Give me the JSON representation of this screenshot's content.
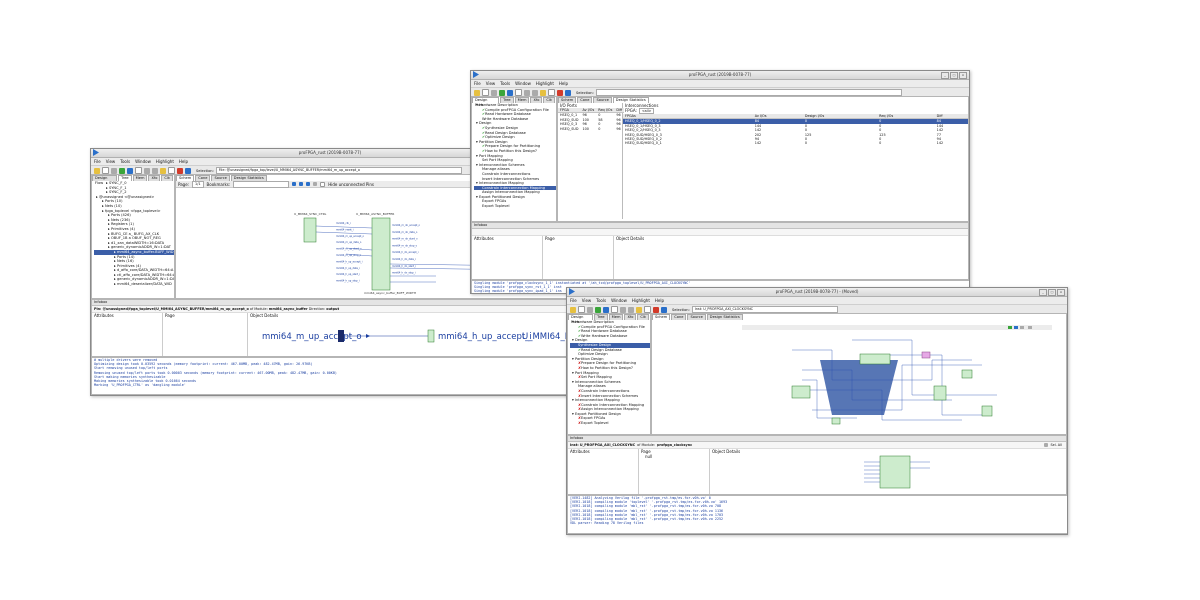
{
  "common": {
    "menu": [
      "File",
      "View",
      "Tools",
      "Window",
      "Highlight",
      "Help"
    ],
    "min_label": "_",
    "max_label": "□",
    "close_label": "×",
    "view_tabs": [
      "Design Flow",
      "Tree",
      "Mem",
      "Xfo",
      "Clk"
    ],
    "panel_headers": {
      "infobox": "Infobox",
      "attributes": "Attributes",
      "page": "Page",
      "object_details": "Object Details"
    }
  },
  "win1": {
    "title": "proFPGA_rust (2019B-0078-77)",
    "selection_label": "Selection:",
    "selection_value": "File: @unassigned/fpga_top/level/U_MMI64_ASYNC_BUFFER/mmi64_m_up_accept_o",
    "view_tabs": [
      "Schem",
      "Cone",
      "Source",
      "Design Statistics"
    ],
    "page_label": "Page:",
    "page_value": "1/1",
    "bookmarks_label": "Bookmarks:",
    "hide_label": "Hide unconnected Pins",
    "tree": [
      "SYNC_F_0",
      "SYNC_F_1",
      "SYNC_F_2",
      "@unassigned <@unassigned>",
      "Ports (10)",
      "Nets (10)",
      "fpga_toplevel <fpga_toplevel>",
      "Ports (426)",
      "Nets (236)",
      "Registers (1)",
      "Primitives (4)",
      "BUFG_CE a_ BUFG_AX_CLK",
      "OBUF_1B a OBUF_NOT_REG",
      "d1_xan_dataWIDTH=16:DATA",
      "generic_dynamicADDR_W=1:DAT",
      "mmi64_async_buffer.BUFF_WID",
      "Ports (14)",
      "Nets (16)",
      "Primitives (4)",
      "d_affo_core/DATA_WIDTH=64:A",
      "ctl_affo_core/DATA_WIDTH=64:A",
      "generic_dynamicADDR_W=1:DA",
      "mmi64_deserializer/DATA_WID"
    ],
    "tree_selected_index": 15,
    "schem_labels": {
      "left_block": "U_MMI64_SYNC_CTRL",
      "center_block": "U_MMI64_ASYNC_BUFFER",
      "right_block": "U_MMI64_REGIF",
      "bottom": "mmi64_async_buffer_BUFF_WIDTH",
      "pins_left": [
        "mmi64_clk_i",
        "mmi64_reset_i",
        "mmi64_m_up_accept_o",
        "mmi64_m_up_data_o",
        "mmi64_m_up_start_o",
        "mmi64_m_up_stop_o",
        "mmi64_h_up_accept_i",
        "mmi64_h_up_data_i",
        "mmi64_h_up_start_i",
        "mmi64_h_up_stop_i"
      ],
      "pins_right": [
        "mmi64_m_dn_accept_o",
        "mmi64_m_dn_data_o",
        "mmi64_m_dn_start_o",
        "mmi64_m_dn_stop_o",
        "mmi64_h_dn_accept_i",
        "mmi64_h_dn_data_i",
        "mmi64_h_dn_start_i",
        "mmi64_h_dn_stop_i"
      ]
    },
    "infobox_path": "Pin: @unassigned/fpga_toplevel/U_MMI64_ASYNC_BUFFER/mmi64_m_up_accept_o",
    "infobox_module_label": "of Module:",
    "infobox_module": "mmi64_async_buffer",
    "infobox_direction_label": "Direction:",
    "infobox_direction": "output",
    "zoom_pin_left": "mmi64_m_up_accept_o",
    "zoom_pin_right": "mmi64_h_up_accept_i",
    "zoom_block": "U_MMI64_REGIF",
    "log": [
      "   # multiple drivers were removed",
      "   Optimizing design took 0.03592 seconds (memory footprint: current: 467.00MB, peak: 482.47MB, gain: 26.97KB)",
      "   Start removing unused top/left ports",
      "   Removing unused top/left ports took 0.00003 seconds (memory footprint: current: 467.00MB, peak: 482.47MB, gain: 0.00KB)",
      "   Start making memories synthesizable",
      "   Making memories synthesizable took 0.01664 seconds",
      "   Marking 'U_PROFPGA_CTRL' as 'dangling module'"
    ]
  },
  "win2": {
    "title": "proFPGA_rust (2019B-0078-77)",
    "selection_label": "Selection:",
    "view_tabs": [
      "Schem",
      "Cone",
      "Source",
      "Design Statistics"
    ],
    "flow": [
      {
        "t": "Hardware Description",
        "k": "h"
      },
      {
        "t": "Compile proFPGA Configuration File",
        "k": "c"
      },
      {
        "t": "Read Hardware Database",
        "k": "c"
      },
      {
        "t": "Write Hardware Database",
        "k": "n"
      },
      {
        "t": "Design",
        "k": "h"
      },
      {
        "t": "Synthesize Design",
        "k": "c"
      },
      {
        "t": "Read Design Database",
        "k": "c"
      },
      {
        "t": "Optimize Design",
        "k": "c"
      },
      {
        "t": "Partition Design",
        "k": "h"
      },
      {
        "t": "Prepare Design for Partitioning",
        "k": "c"
      },
      {
        "t": "How to Partition this Design?",
        "k": "c"
      },
      {
        "t": "Port Mapping",
        "k": "h"
      },
      {
        "t": "Set Port Mapping",
        "k": "n"
      },
      {
        "t": "Interconnection Schemes",
        "k": "h"
      },
      {
        "t": "Manage aliases",
        "k": "n"
      },
      {
        "t": "Constrain Interconnections",
        "k": "n"
      },
      {
        "t": "Insert Interconnection Schemes",
        "k": "n"
      },
      {
        "t": "Interconnection Mapping",
        "k": "h"
      },
      {
        "t": "Constrain Interconnection Mapping",
        "k": "s"
      },
      {
        "t": "Assign Interconnection Mapping",
        "k": "n"
      },
      {
        "t": "Export Partitioned Design",
        "k": "h"
      },
      {
        "t": "Export FPGAs",
        "k": "n"
      },
      {
        "t": "Export Toplevel",
        "k": "n"
      }
    ],
    "io_title": "I/O Ports",
    "io_headers": [
      "FPGA",
      "Av I/Os",
      "Req I/Os",
      "Diff"
    ],
    "io_rows": [
      [
        "HSEQ_0_1",
        "96",
        "0",
        "96"
      ],
      [
        "HSEQ_SUD",
        "100",
        "58",
        "96"
      ],
      [
        "HSEQ_0_3",
        "96",
        "0",
        "96"
      ],
      [
        "HSEQ_SUD",
        "100",
        "0",
        "96"
      ]
    ],
    "ic_title": "Interconnections",
    "ic_fpga_label": "FPGA:",
    "ic_fpga_value": "<all>",
    "ic_headers": [
      "FPGAs",
      "Av I/Os",
      "Design I/Os",
      "Req I/Os",
      "Diff"
    ],
    "ic_rows": [
      [
        "HSEQ_0_1/HSEQ_0_2",
        "84",
        "0",
        "0",
        "84"
      ],
      [
        "HSEQ_0_1/HSEQ_0_3",
        "144",
        "0",
        "0",
        "144"
      ],
      [
        "HSEQ_0_2/HSEQ_0_3",
        "142",
        "0",
        "0",
        "142"
      ],
      [
        "HSEQ_SUD/HSEQ_0_3",
        "202",
        "125",
        "125",
        "77"
      ],
      [
        "HSEQ_SUD/HSEQ_0_2",
        "94",
        "0",
        "0",
        "94"
      ],
      [
        "HSEQ_SUD/HSEQ_0_1",
        "142",
        "0",
        "0",
        "142"
      ]
    ],
    "ic_selected_index": 0,
    "log": [
      "Singling module 'profpga_clocksync_1_1' instantiated at '/ah_tcd/profpga_toplevel/U_PROFPGA_AXI_CLOCKSYNC'",
      "Singling module 'profpga_sync_rst_1_1' inst",
      "Singling module 'profpga_sync_ipad_1_1' ins",
      "Using hierarchical copy/move for '/demo/design/'",
      "Moving instance '/demo/design/fpga_toplevel/",
      "Using hierarchical copy/move for '/u02_tcd/pr",
      "Moving instance 1/64 /u02/fpga_toplevel/",
      "Moving instance 1/64 /u02/fpga_toplevel/U_PROFPGA_AXI_CLOCKSYNC"
    ]
  },
  "win3": {
    "title": "proFPGA_rust (2019B-0078-77) - (Moved)",
    "selection_label": "Selection:",
    "selection_value": "Inst: U_PROFPGA_AXI_CLOCKSYNC",
    "view_tabs": [
      "Schem",
      "Cone",
      "Source",
      "Design Statistics"
    ],
    "flow": [
      {
        "t": "Hardware Description",
        "k": "h"
      },
      {
        "t": "Compile proFPGA Configuration File",
        "k": "c"
      },
      {
        "t": "Read Hardware Database",
        "k": "c"
      },
      {
        "t": "Write Hardware Database",
        "k": "c"
      },
      {
        "t": "Design",
        "k": "h"
      },
      {
        "t": "Synthesize Design",
        "k": "s"
      },
      {
        "t": "Read Design Database",
        "k": "c"
      },
      {
        "t": "Optimize Design",
        "k": "n"
      },
      {
        "t": "Partition Design",
        "k": "h"
      },
      {
        "t": "Prepare Design for Partitioning",
        "k": "x"
      },
      {
        "t": "How to Partition this Design?",
        "k": "x"
      },
      {
        "t": "Port Mapping",
        "k": "h"
      },
      {
        "t": "Set Port Mapping",
        "k": "x"
      },
      {
        "t": "Interconnection Schemes",
        "k": "h"
      },
      {
        "t": "Manage aliases",
        "k": "n"
      },
      {
        "t": "Constrain Interconnections",
        "k": "x"
      },
      {
        "t": "Insert Interconnection Schemes",
        "k": "x"
      },
      {
        "t": "Interconnection Mapping",
        "k": "h"
      },
      {
        "t": "Constrain Interconnection Mapping",
        "k": "x"
      },
      {
        "t": "Assign Interconnection Mapping",
        "k": "x"
      },
      {
        "t": "Export Partitioned Design",
        "k": "h"
      },
      {
        "t": "Export FPGAs",
        "k": "x"
      },
      {
        "t": "Export Toplevel",
        "k": "x"
      }
    ],
    "infobox_path": "Inst: U_PROFPGA_AXI_CLOCKSYNC",
    "infobox_module_label": "of Module:",
    "infobox_module": "profpga_clocksync",
    "sel_all_label": "Sel. All",
    "attr_value": "null",
    "log": [
      "[VERI-1482] Analyzing Verilog file '.profpga_rst.tmp/es.for.v0h.vo' 0",
      "[VERI-1018] compiling module 'toplevel' '.profpga_rst.tmp/es.for.v0h.vo' 1693",
      "[VERI-1018] compiling module 'mbl_rst' '.profpga_rst.tmp/es.for.v0h.vo 708",
      "[VERI-1018] compiling module 'mbl_rst' '.profpga_rst.tmp/es.for.v0h.vo 1136",
      "[VERI-1018] compiling module 'mbl_rst' '.profpga_rst.tmp/es.for.v0h.vo 1703",
      "[VERI-1018] compiling module 'mbl_rst' '.profpga_rst.tmp/es.for.v0h.vo 2252",
      "VDL parser: Reading 78 Verilog files"
    ]
  }
}
